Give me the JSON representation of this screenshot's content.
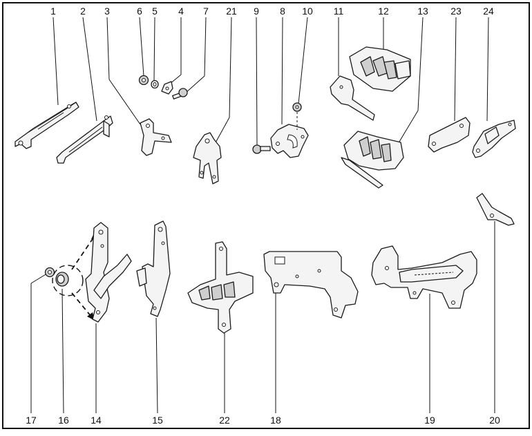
{
  "diagram": {
    "callouts_top": [
      "1",
      "2",
      "3",
      "6",
      "5",
      "4",
      "7",
      "21",
      "9",
      "8",
      "10",
      "11",
      "12",
      "13",
      "23",
      "24"
    ],
    "callouts_bottom": [
      "17",
      "16",
      "14",
      "15",
      "22",
      "18",
      "19",
      "20"
    ]
  }
}
